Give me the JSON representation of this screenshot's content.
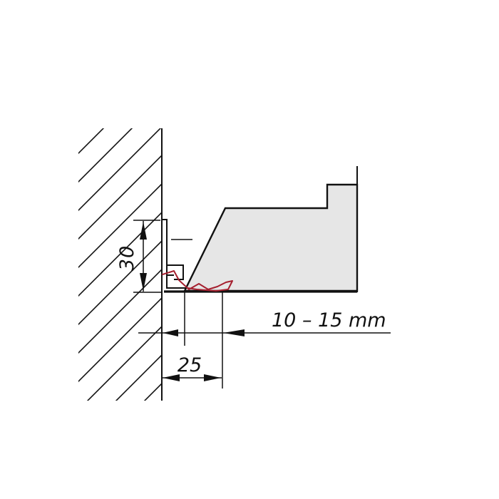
{
  "colors": {
    "background": "#ffffff",
    "line": "#111111",
    "fill": "#e6e6e6",
    "sealant": "#a5202f"
  },
  "dimensions": {
    "height_label": "30",
    "width_label": "25",
    "gap_label": "10 – 15 mm"
  }
}
